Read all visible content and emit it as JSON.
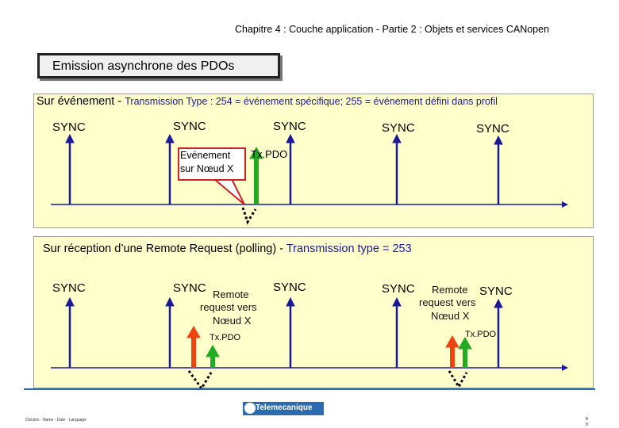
{
  "header": {
    "title": "Chapitre 4 : Couche application - Partie 2 : Objets et services CANopen"
  },
  "slide_title": "Emission asynchrone des PDOs",
  "section1": {
    "prefix": "Sur événement - ",
    "detail": "Transmission Type : 254 = événement spécifique; 255 = événement défini dans profil",
    "sync_labels": [
      "SYNC",
      "SYNC",
      "SYNC",
      "SYNC",
      "SYNC"
    ],
    "callout_line1": "Evénement",
    "callout_line2": "sur Nœud X",
    "txpdo": "Tx.PDO"
  },
  "section2": {
    "prefix": "Sur réception d’une Remote Request (polling) - ",
    "detail": "Transmission type = 253",
    "sync_labels": [
      "SYNC",
      "SYNC",
      "SYNC",
      "SYNC",
      "SYNC"
    ],
    "remote_a": {
      "line1": "Remote",
      "line2": "request vers",
      "line3": "Nœud X"
    },
    "remote_b": {
      "line1": "Remote",
      "line2": "request vers",
      "line3": "Nœud X"
    },
    "txpdo_a": "Tx.PDO",
    "txpdo_b": "Tx.PDO"
  },
  "footer": {
    "left_text": "Division - Name - Date - Language",
    "logo_text": "Telemecanique",
    "page_line1": "8",
    "page_line2": "9"
  },
  "colors": {
    "panel_bg": "#ffffcc",
    "sync_arrow": "#1a1a99",
    "txpdo_arrow": "#22aa22",
    "request_arrow": "#ee4411",
    "brand": "#2b6cb0"
  },
  "icons": [
    "telemecanique-logo",
    "sync-arrow",
    "txpdo-arrow",
    "remote-request-arrow",
    "dotted-arrow"
  ]
}
